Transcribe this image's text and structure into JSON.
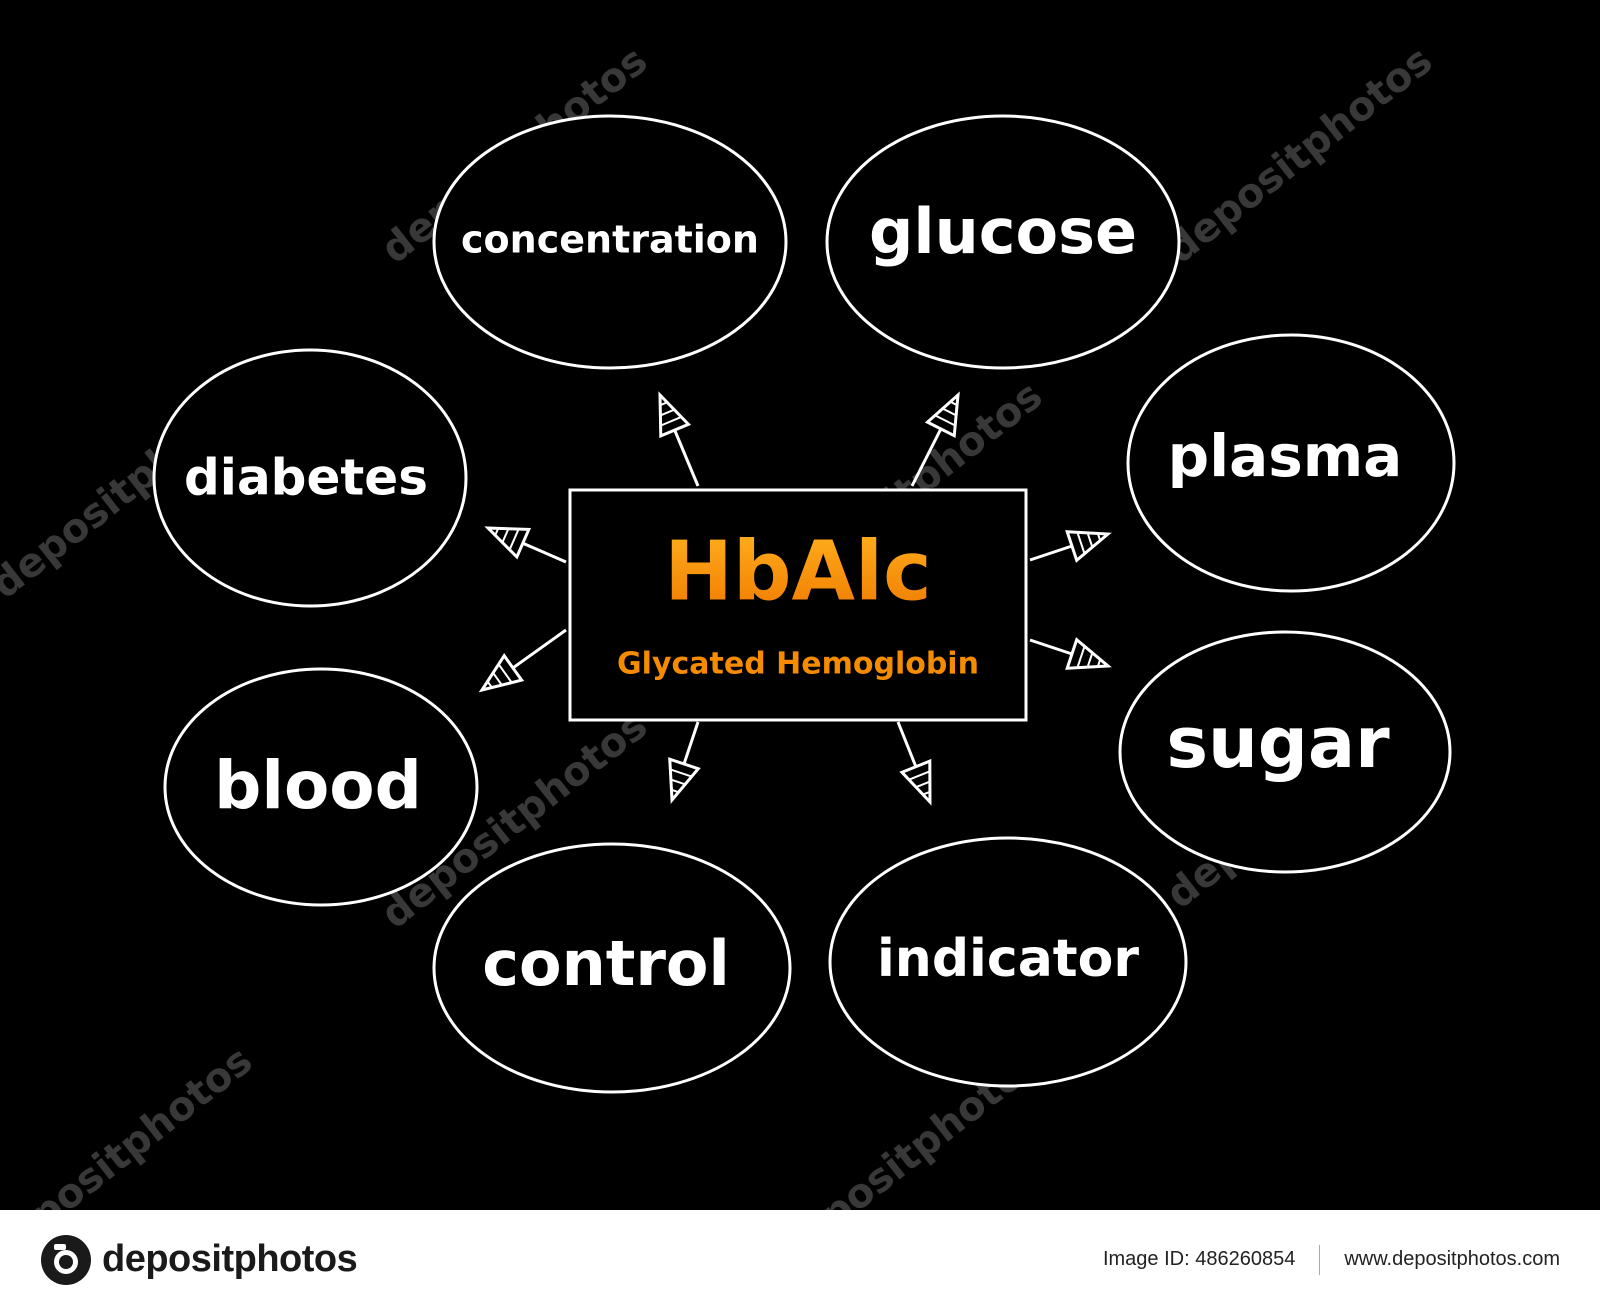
{
  "center": {
    "title": "HbAlc",
    "subtitle": "Glycated Hemoglobin",
    "title_color": "#F5A623",
    "subtitle_color": "#F08A00"
  },
  "nodes": [
    {
      "id": "concentration",
      "label": "concentration"
    },
    {
      "id": "glucose",
      "label": "glucose"
    },
    {
      "id": "diabetes",
      "label": "diabetes"
    },
    {
      "id": "plasma",
      "label": "plasma"
    },
    {
      "id": "blood",
      "label": "blood"
    },
    {
      "id": "sugar",
      "label": "sugar"
    },
    {
      "id": "control",
      "label": "control"
    },
    {
      "id": "indicator",
      "label": "indicator"
    }
  ],
  "watermark": {
    "text": "depositphotos"
  },
  "footer": {
    "brand": "depositphotos",
    "image_id": "Image ID: 486260854",
    "site": "www.depositphotos.com"
  }
}
